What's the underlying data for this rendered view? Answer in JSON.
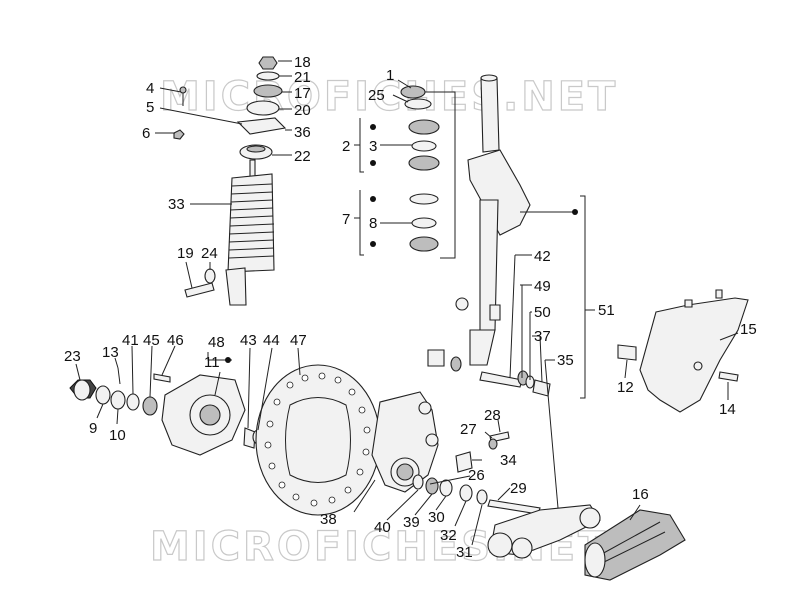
{
  "watermark": "MICROFICHES.NET",
  "labels": {
    "n1": "1",
    "n2": "2",
    "n3": "3",
    "n4": "4",
    "n5": "5",
    "n6": "6",
    "n7": "7",
    "n8": "8",
    "n9": "9",
    "n10": "10",
    "n11": "11",
    "n12": "12",
    "n13": "13",
    "n14": "14",
    "n15": "15",
    "n16": "16",
    "n17": "17",
    "n18": "18",
    "n19": "19",
    "n20": "20",
    "n21": "21",
    "n22": "22",
    "n23": "23",
    "n24": "24",
    "n25": "25",
    "n26": "26",
    "n27": "27",
    "n28": "28",
    "n29": "29",
    "n30": "30",
    "n31": "31",
    "n32": "32",
    "n33": "33",
    "n34": "34",
    "n35": "35",
    "n36": "36",
    "n37": "37",
    "n38": "38",
    "n39": "39",
    "n40": "40",
    "n41": "41",
    "n42": "42",
    "n43": "43",
    "n44": "44",
    "n45": "45",
    "n46": "46",
    "n47": "47",
    "n48": "48",
    "n49": "49",
    "n50": "50",
    "n51": "51"
  }
}
